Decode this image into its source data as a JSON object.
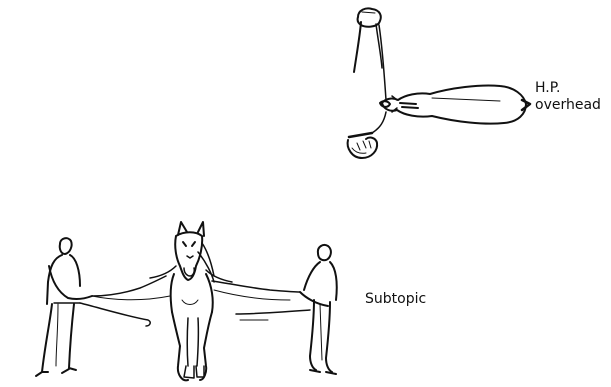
{
  "labels": {
    "overhead_line1": "H.P.",
    "overhead_line2": "overhead",
    "side": "Subtopic"
  }
}
